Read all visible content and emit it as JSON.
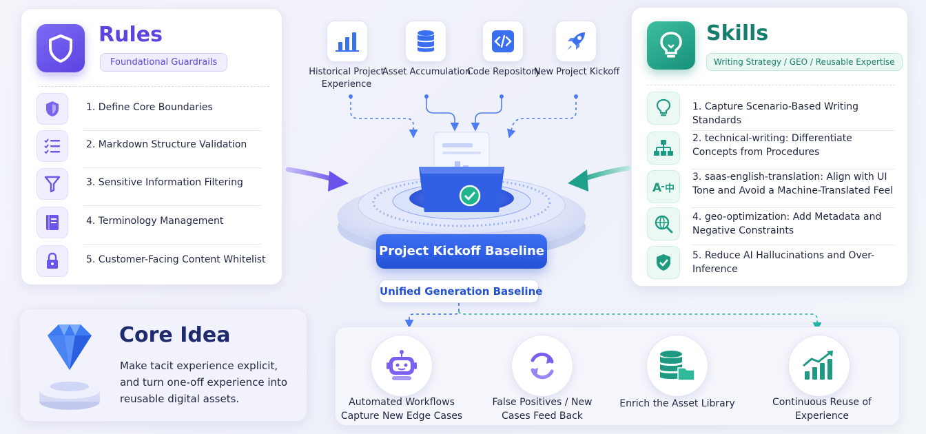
{
  "rules": {
    "title": "Rules",
    "subtitle": "Foundational Guardrails",
    "icon": "shield-icon",
    "accent": "#5b45e0",
    "items": [
      {
        "label": "1.  Define Core Boundaries",
        "icon": "shield-icon"
      },
      {
        "label": "2.  Markdown Structure Validation",
        "icon": "checklist-icon"
      },
      {
        "label": "3.  Sensitive Information Filtering",
        "icon": "funnel-icon"
      },
      {
        "label": "4.  Terminology Management",
        "icon": "book-icon"
      },
      {
        "label": "5.  Customer-Facing Content Whitelist",
        "icon": "lock-icon"
      }
    ]
  },
  "skills": {
    "title": "Skills",
    "subtitle": "Writing Strategy / GEO / Reusable Expertise",
    "icon": "lightbulb-icon",
    "accent": "#167e6d",
    "items": [
      {
        "num": "1.",
        "label": "Capture Scenario-Based Writing Standards",
        "icon": "lightbulb-icon"
      },
      {
        "num": "2.",
        "label": "technical-writing:  Differentiate Concepts from Procedures",
        "icon": "hierarchy-icon"
      },
      {
        "num": "3.",
        "label": "saas-english-translation:  Align with UI Tone and Avoid a Machine-Translated Feel",
        "icon": "translate-icon"
      },
      {
        "num": "4.",
        "label": "geo-optimization:  Add Metadata and Negative Constraints",
        "icon": "search-globe-icon"
      },
      {
        "num": "5.",
        "label": "Reduce AI Hallucinations and Over-Inference",
        "icon": "shield-check-icon"
      }
    ]
  },
  "inputs": [
    {
      "label": "Historical Project Experience",
      "icon": "bar-chart-icon"
    },
    {
      "label": "Asset Accumulation",
      "icon": "database-icon"
    },
    {
      "label": "Code Repository",
      "icon": "code-icon"
    },
    {
      "label": "New Project Kickoff",
      "icon": "rocket-icon"
    }
  ],
  "center": {
    "baseline_label": "Project Kickoff Baseline",
    "unified_label": "Unified Generation Baseline",
    "icon": "folder-check-icon"
  },
  "core_idea": {
    "title": "Core Idea",
    "description": "Make tacit experience explicit, and turn one-off experience into reusable digital assets.",
    "icon": "diamond-icon"
  },
  "flow": [
    {
      "label": "Automated Workflows Capture New Edge Cases",
      "icon": "robot-icon"
    },
    {
      "label": "False Positives / New Cases Feed Back",
      "icon": "refresh-icon"
    },
    {
      "label": "Enrich the Asset Library",
      "icon": "database-folder-icon"
    },
    {
      "label": "Continuous Reuse of Experience",
      "icon": "growth-chart-icon"
    }
  ],
  "colors": {
    "purple": "#5b45e0",
    "teal": "#167e6d",
    "blue": "#2452d6"
  }
}
